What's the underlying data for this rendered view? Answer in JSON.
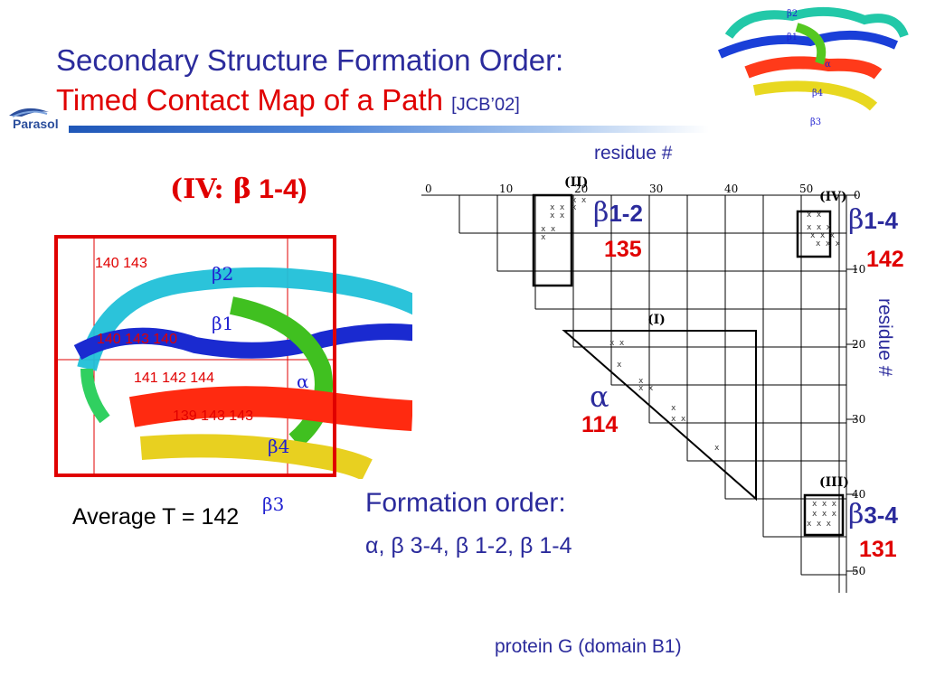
{
  "slide": {
    "title_line1": "Secondary Structure Formation Order:",
    "title_line2": "Timed Contact Map of a Path",
    "citation": "[JCB’02]",
    "logo_text": "Parasol"
  },
  "structure_panel": {
    "heading_roman": "(IV: ",
    "heading_greek": "β",
    "heading_rest": " 1-4)",
    "time_labels": [
      "140 143",
      "140 143 140",
      "141 142 144",
      "139 143 143"
    ],
    "element_labels": [
      "β2",
      "β1",
      "α",
      "β4",
      "β3"
    ],
    "average": "Average T = 142"
  },
  "top_ribbon_labels": [
    "β2",
    "β1",
    "α",
    "β4",
    "β3"
  ],
  "contact_map": {
    "axis_label_top": "residue #",
    "axis_label_side": "residue #",
    "x_ticks": [
      "0",
      "10",
      "20",
      "30",
      "40",
      "50"
    ],
    "y_ticks": [
      "0",
      "10",
      "20",
      "30",
      "40",
      "50"
    ],
    "regions": [
      "(II)",
      "(IV)",
      "(I)",
      "(III)"
    ],
    "annotations": [
      {
        "greek": "β",
        "name": "1-2",
        "time": "135"
      },
      {
        "greek": "β",
        "name": "1-4",
        "time": "142"
      },
      {
        "greek": "α",
        "name": "",
        "time": "114"
      },
      {
        "greek": "β",
        "name": "3-4",
        "time": "131"
      }
    ]
  },
  "formation": {
    "heading": "Formation order:",
    "order": "α, β 3-4, β 1-2, β 1-4"
  },
  "caption": "protein G (domain B1)",
  "colors": {
    "title_blue": "#2b2b9c",
    "red": "#e00000",
    "ribbon_blue": "#1f57b8"
  }
}
